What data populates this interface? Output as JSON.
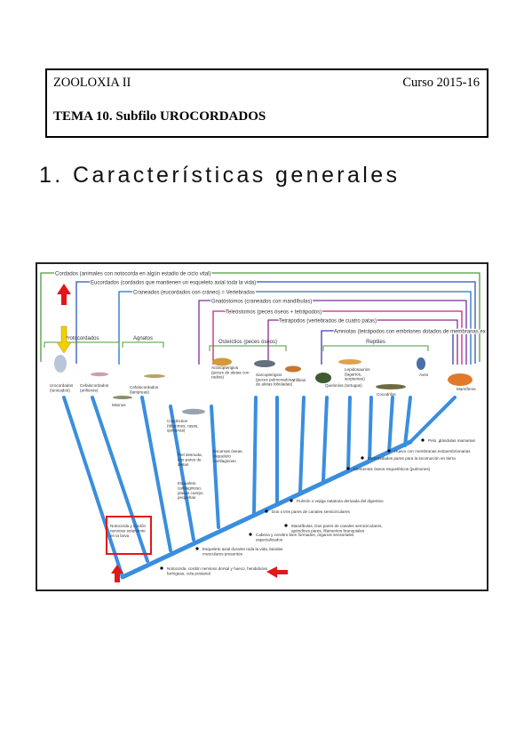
{
  "header": {
    "course": "ZOOLOXIA II",
    "year": "Curso 2015-16",
    "topic": "TEMA 10. Subfilo UROCORDADOS"
  },
  "section_title": "1. Características generales",
  "figure": {
    "brackets": [
      {
        "label": "Cordados (animales con notocorda en algún estadio de ciclo vital)",
        "color": "#4e9a3a"
      },
      {
        "label": "Eucordados (cordados que mantienen un esqueleto axial toda la vida)",
        "color": "#2f55b8"
      },
      {
        "label": "Craneados (eucordados con cráneo) = Vertebrados",
        "color": "#1a73c9"
      },
      {
        "label": "Gnatóstomos (craneados con mandíbulas)",
        "color": "#7a2ea0"
      },
      {
        "label": "Teleóstomos (peces óseos + tetrápodos)",
        "color": "#c0287a"
      },
      {
        "label": "Tetrápodos (vertebrados de cuatro patas)",
        "color": "#8e2a8e"
      },
      {
        "label": "Amniotas (tetrápodos con embriones dotados de membranas extraembrionarias)",
        "color": "#3c3cb0"
      }
    ],
    "groups": [
      "Protocordados",
      "Agnatos",
      "Osteíctios (peces óseos)",
      "Reptiles"
    ],
    "taxa": [
      "Urocordados (tunicados)",
      "Cefalocordados (anfioxos)",
      "Cefalocordados (lampreas)",
      "Mixinos",
      "Condrictios (tiburones, rayas, quimeras)",
      "Actinopterigios (peces de aletas con radios)",
      "Sarcopterigios (peces pulmonados y de aletas lobuladas)",
      "Anfibios",
      "Quelonios (tortugas)",
      "Lepidosaurios (lagartos, serpientes)",
      "Cocodrilos",
      "Aves",
      "Mamíferos"
    ],
    "annotations": [
      "Pelo, glándulas mamarias",
      "Huevo con membranas extraembrionarias",
      "Extremidades pares para la locomoción en tierra",
      "Elementos óseos esqueléticos (pulmones)",
      "Pulmón o vejiga natatoria derivada del digestivo",
      "Dos o tres pares de canales semicirculares",
      "Mandíbulas. Dos pares de canales semicirculares, apéndices pares, filamentos branquiales",
      "Cabeza y cerebro bien formados, órganos sensoriales especializados",
      "Esqueleto axial durante toda la vida, bandas musculares presentes",
      "Notocorda, cordón nervioso dorsal y hueco, hendiduras faríngeas, cola postanal"
    ],
    "side_notes": [
      "Piel desnuda, dos pares de aletas",
      "Escamas óseas, esqueleto cartilaginoso",
      "Esqueleto cartilaginoso, placas cuerpo pequeñas"
    ],
    "highlight_note": "Notocorda y cordón nervioso solamente en la larva",
    "colors": {
      "branch": "#3a8ede",
      "arrow_red": "#e01818",
      "arrow_yellow": "#f0d000",
      "highlight_box": "#e01818"
    }
  }
}
